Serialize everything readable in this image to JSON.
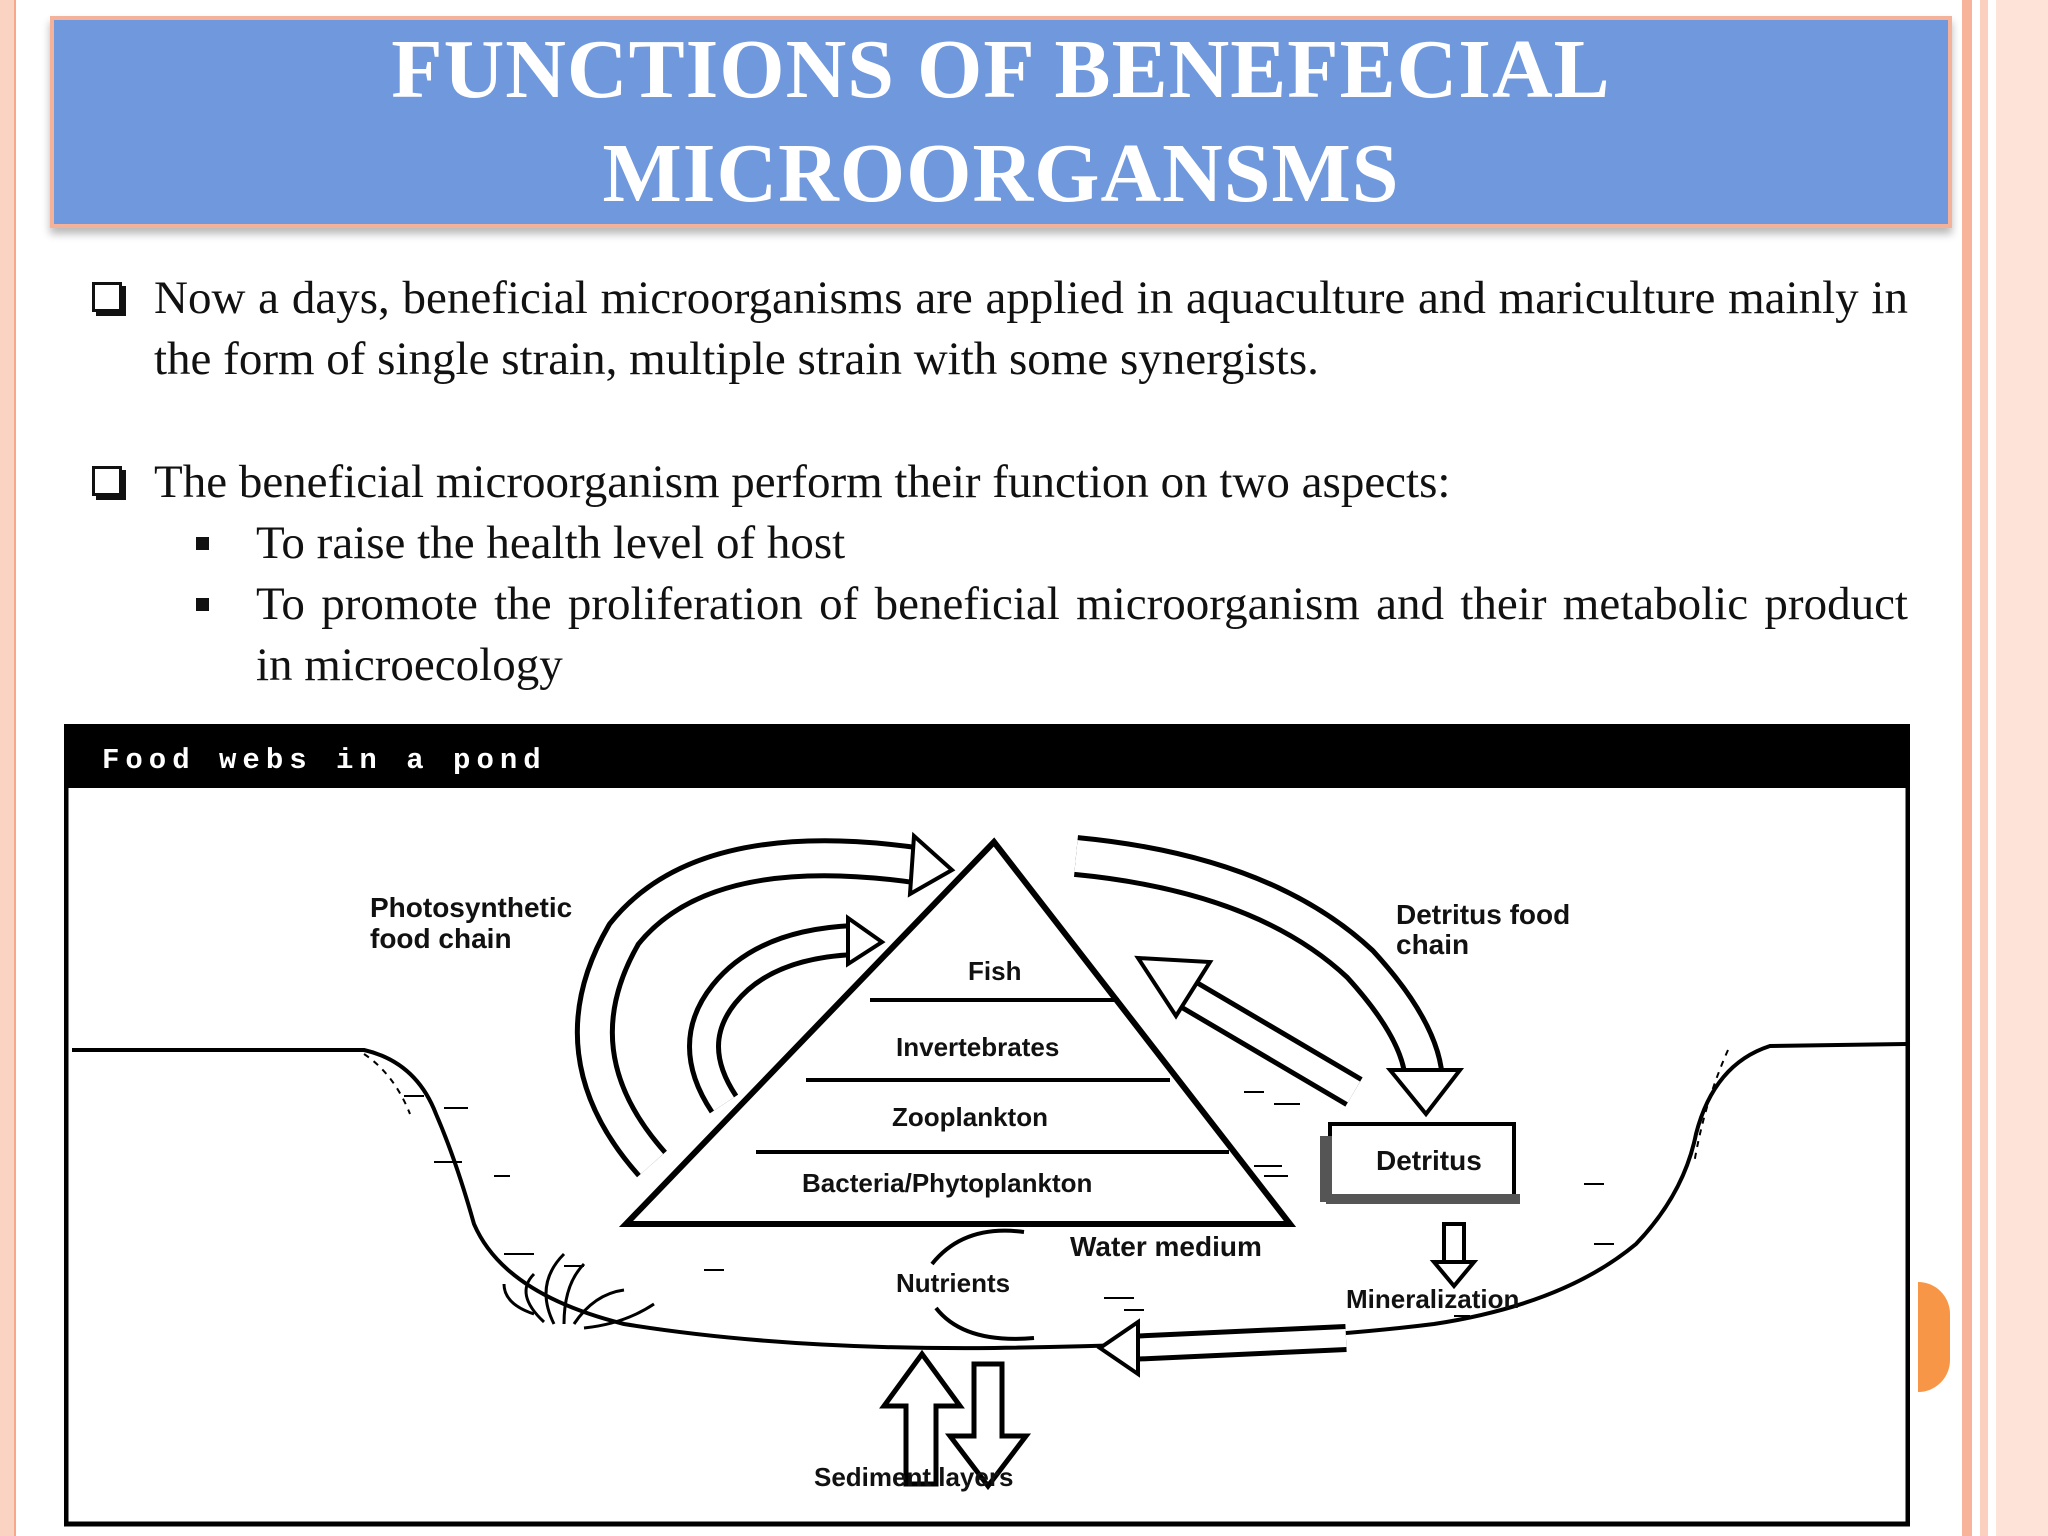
{
  "slide": {
    "title_line1": "FUNCTIONS OF BENEFECIAL",
    "title_line2": "MICROORGANSMS",
    "bullets": [
      "Now a days, beneficial microorganisms are applied in aquaculture and mariculture mainly in the form of single strain, multiple strain with some synergists.",
      "The beneficial microorganism perform their function on two aspects:"
    ],
    "sub_bullets": [
      "To raise the health level of host",
      "To promote the proliferation of beneficial microorganism and their metabolic product in microecology"
    ]
  },
  "diagram": {
    "header": "Food webs in a pond",
    "photosynthetic_l1": "Photosynthetic",
    "photosynthetic_l2": "food chain",
    "detritus_chain_l1": "Detritus food",
    "detritus_chain_l2": "chain",
    "pyramid_levels": [
      "Fish",
      "Invertebrates",
      "Zooplankton",
      "Bacteria/Phytoplankton"
    ],
    "detritus": "Detritus",
    "water_medium": "Water medium",
    "nutrients": "Nutrients",
    "mineralization": "Mineralization",
    "sediment": "Sediment layers"
  },
  "colors": {
    "title_bg": "#7098dc",
    "title_border": "#f4b29a",
    "accent_orange": "#f79646",
    "side_stripe": "#f7b49b"
  }
}
